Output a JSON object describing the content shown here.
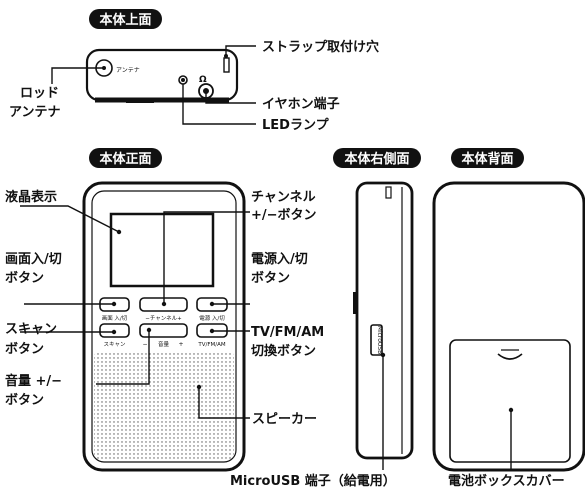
{
  "headers": {
    "top": "本体上面",
    "front": "本体正面",
    "right_side": "本体右側面",
    "back": "本体背面"
  },
  "labels": {
    "strap_hole": "ストラップ取付け穴",
    "rod_antenna_1": "ロッド",
    "rod_antenna_2": "アンテナ",
    "earphone_jack": "イヤホン端子",
    "led_lamp": "LEDランプ",
    "display": "液晶表示",
    "channel_1": "チャンネル",
    "channel_2": "+/−ボタン",
    "screen_1": "画面入/切",
    "screen_2": "ボタン",
    "power_1": "電源入/切",
    "power_2": "ボタン",
    "scan_1": "スキャン",
    "scan_2": "ボタン",
    "band_1": "TV/FM/AM",
    "band_2": "切換ボタン",
    "volume_1": "音量 +/−",
    "volume_2": "ボタン",
    "speaker": "スピーカー",
    "microusb": "MicroUSB 端子（給電用）",
    "battery_cover": "電池ボックスカバー"
  },
  "device_text": {
    "antenna_mark": "アンテナ",
    "btn_screen": "画面 入/切",
    "btn_channel": "−チャンネル+",
    "btn_power": "電源 入/切",
    "btn_scan": "スキャン",
    "btn_volume": "音量",
    "btn_volume_minus": "−",
    "btn_volume_plus": "+",
    "btn_band": "TV/FM/AM",
    "side_port": "MicroUSB"
  }
}
